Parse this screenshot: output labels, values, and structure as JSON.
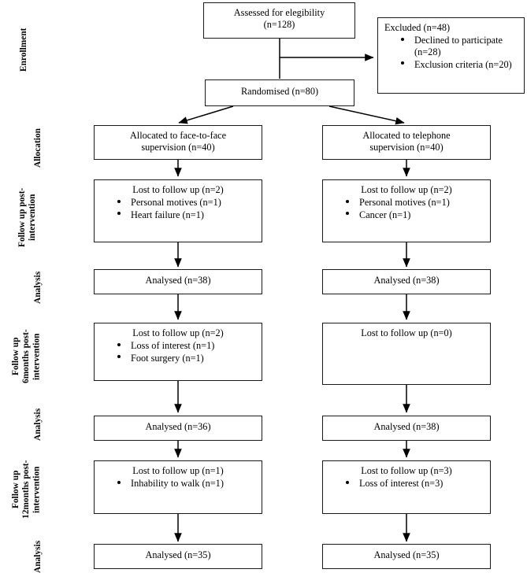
{
  "diagram": {
    "type": "consort-flow-diagram",
    "stage_labels": [
      {
        "id": "enrollment",
        "text": "Enrollment"
      },
      {
        "id": "allocation",
        "text": "Allocation"
      },
      {
        "id": "followup-post",
        "text": "Follow up post-\nintervention"
      },
      {
        "id": "analysis-1",
        "text": "Analysis"
      },
      {
        "id": "followup-6m",
        "text": "Follow up\n6months post-\nintervention"
      },
      {
        "id": "analysis-2",
        "text": "Analysis"
      },
      {
        "id": "followup-12m",
        "text": "Follow up\n12months post-\nintervention"
      },
      {
        "id": "analysis-3",
        "text": "Analysis"
      }
    ],
    "nodes": {
      "assessed": {
        "title": "Assessed for elegibility\n(n=128)"
      },
      "excluded": {
        "title": "Excluded (n=48)",
        "bullets": [
          "Declined to participate (n=28)",
          "Exclusion criteria (n=20)"
        ]
      },
      "randomised": {
        "title": "Randomised (n=80)"
      },
      "alloc_left": {
        "title": "Allocated to face-to-face\nsupervision (n=40)"
      },
      "alloc_right": {
        "title": "Allocated to telephone\nsupervision (n=40)"
      },
      "lost_left_1": {
        "title": "Lost to follow up (n=2)",
        "bullets": [
          "Personal motives (n=1)",
          "Heart failure (n=1)"
        ]
      },
      "lost_right_1": {
        "title": "Lost to follow up (n=2)",
        "bullets": [
          "Personal motives (n=1)",
          "Cancer (n=1)"
        ]
      },
      "analysed_left_1": {
        "title": "Analysed (n=38)"
      },
      "analysed_right_1": {
        "title": "Analysed (n=38)"
      },
      "lost_left_2": {
        "title": "Lost to follow up (n=2)",
        "bullets": [
          "Loss of interest (n=1)",
          "Foot surgery (n=1)"
        ]
      },
      "lost_right_2": {
        "title": "Lost to follow up (n=0)",
        "bullets": []
      },
      "analysed_left_2": {
        "title": "Analysed (n=36)"
      },
      "analysed_right_2": {
        "title": "Analysed (n=38)"
      },
      "lost_left_3": {
        "title": "Lost to follow up (n=1)",
        "bullets": [
          "Inhability to walk (n=1)"
        ]
      },
      "lost_right_3": {
        "title": "Lost to follow up (n=3)",
        "bullets": [
          "Loss of interest (n=3)"
        ]
      },
      "analysed_left_3": {
        "title": "Analysed (n=35)"
      },
      "analysed_right_3": {
        "title": "Analysed (n=35)"
      }
    },
    "colors": {
      "box_border": "#1a1a1a",
      "box_fill": "#ffffff",
      "text": "#000000",
      "connector": "#000000",
      "background": "#ffffff"
    }
  }
}
